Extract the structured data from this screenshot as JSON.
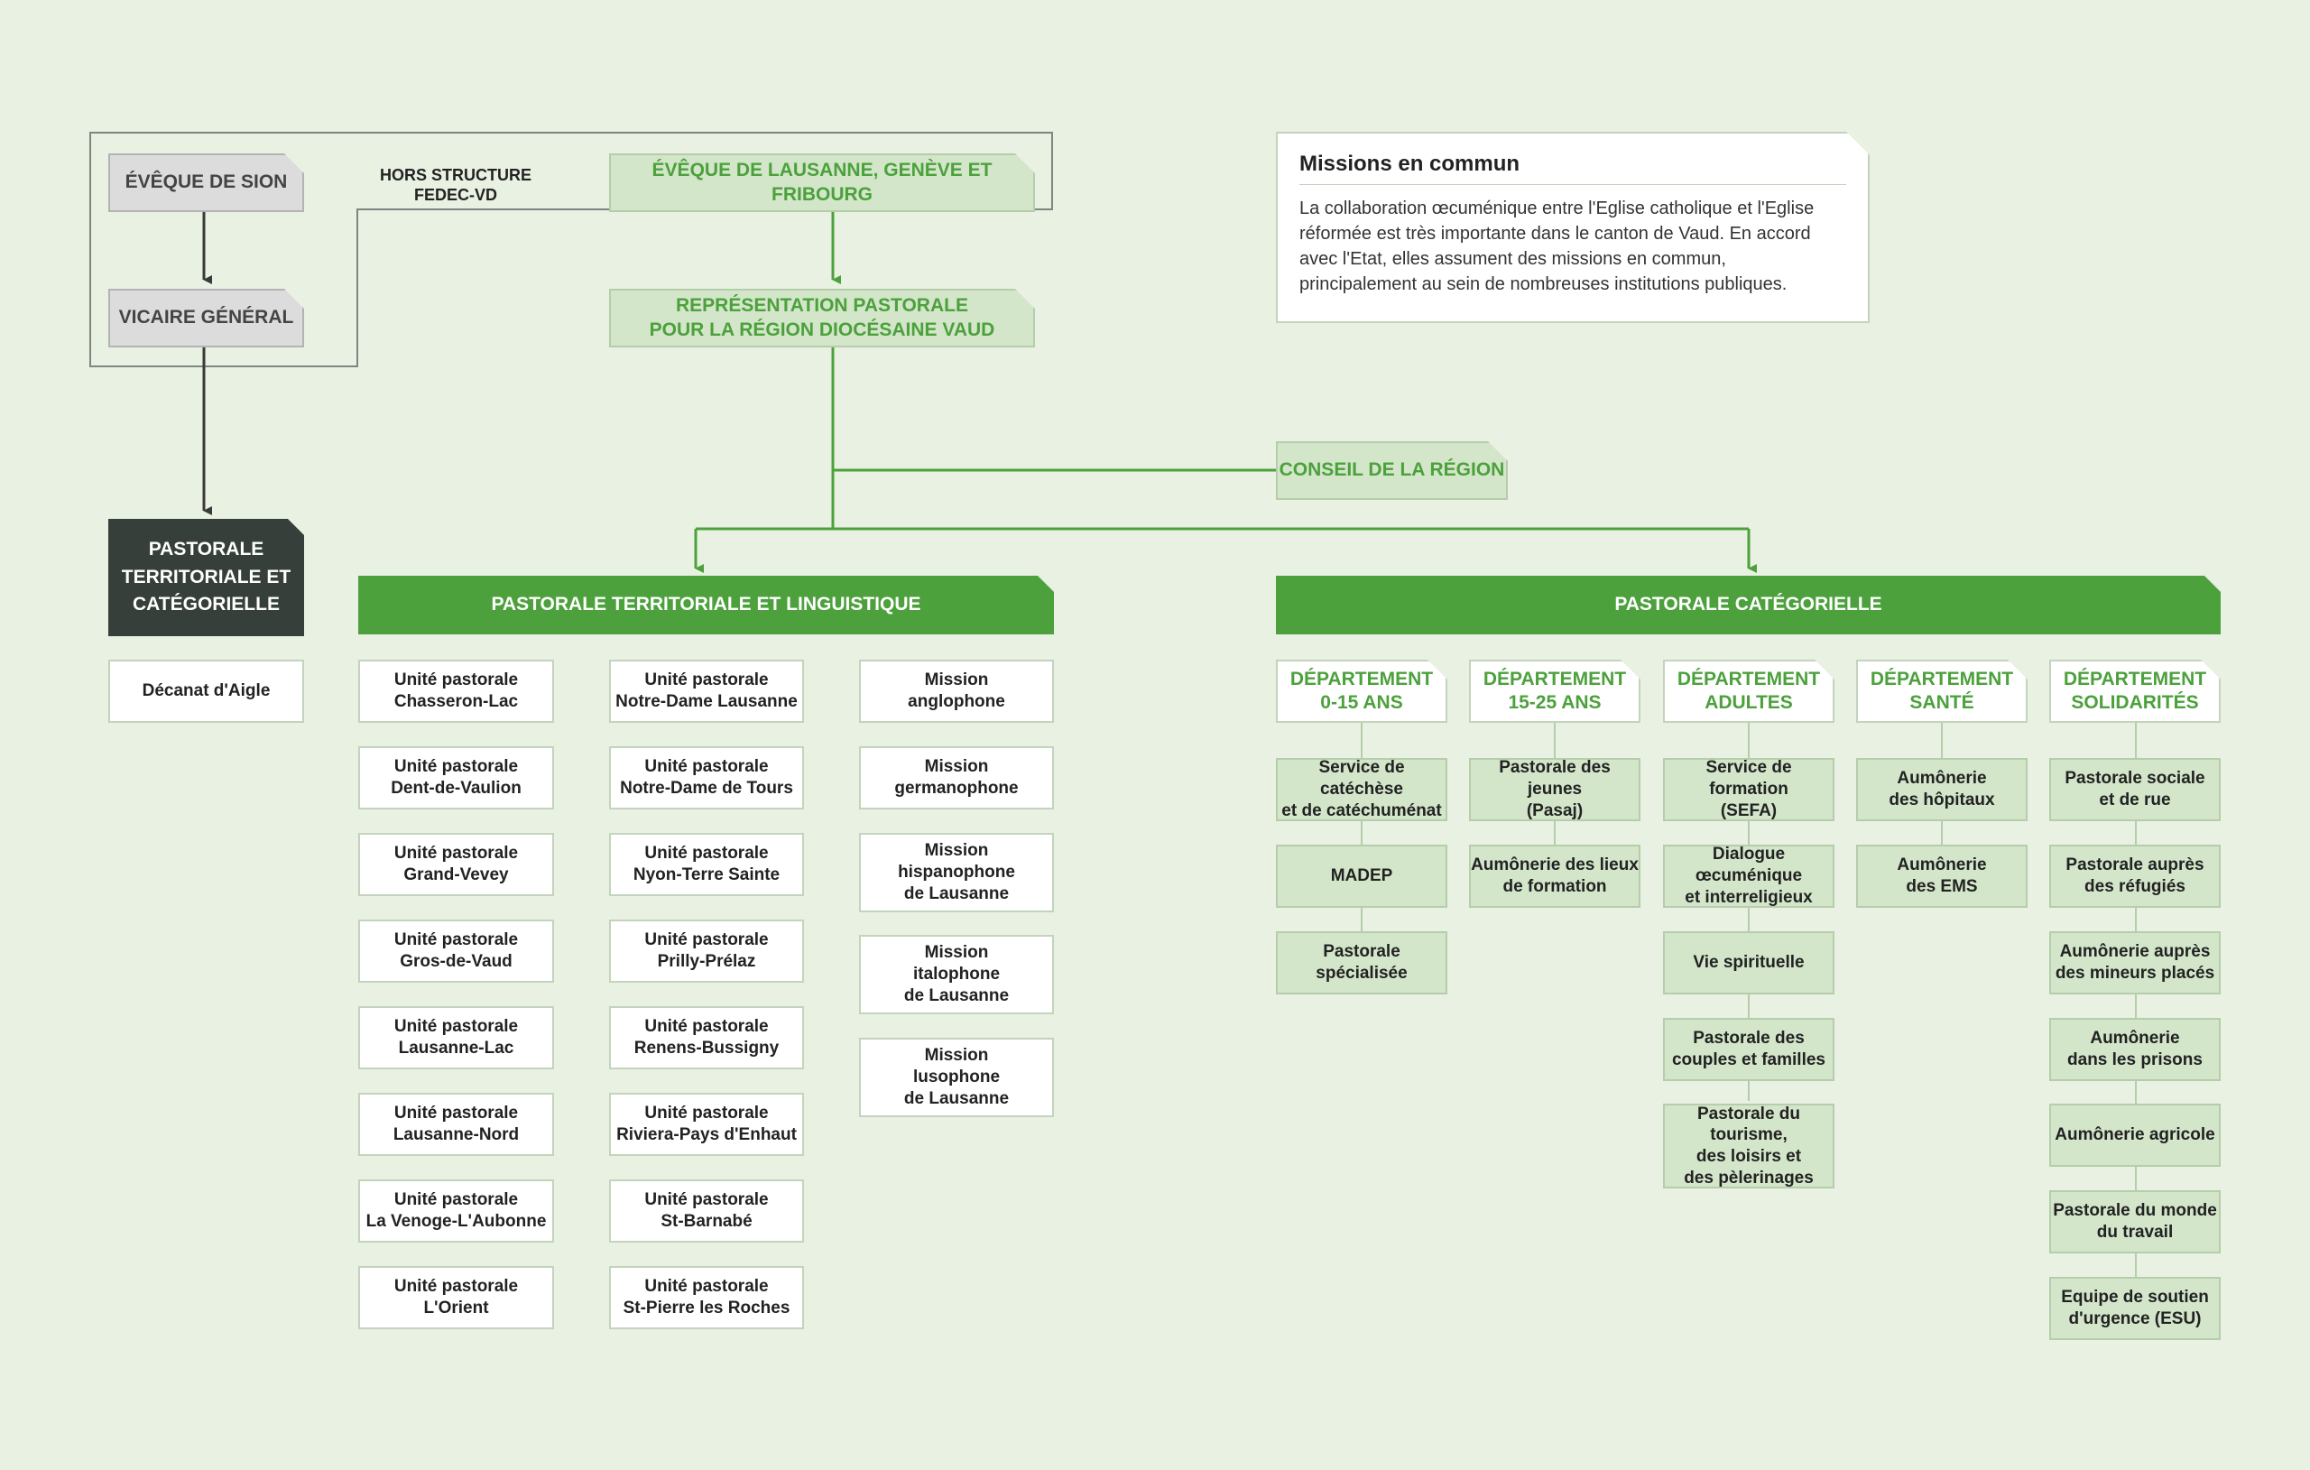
{
  "top": {
    "eveque_sion": "ÉVÊQUE DE SION",
    "vicaire_general": "VICAIRE GÉNÉRAL",
    "hors_structure": "HORS STRUCTURE\nFEDEC-VD",
    "eveque_lgf": "ÉVÊQUE DE LAUSANNE, GENÈVE ET FRIBOURG",
    "representation": "REPRÉSENTATION PASTORALE\nPOUR LA RÉGION DIOCÉSAINE VAUD",
    "conseil": "CONSEIL DE LA RÉGION",
    "pastorale_terr_cat": "PASTORALE\nTERRITORIALE ET\nCATÉGORIELLE",
    "decanat": "Décanat d'Aigle"
  },
  "missions_en_commun": {
    "title": "Missions en commun",
    "text": "La collaboration œcuménique entre l'Eglise catholique et l'Eglise réformée est très importante dans le canton de Vaud. En accord avec l'Etat, elles assument des missions en commun, principalement au sein de nombreuses institutions publiques."
  },
  "territoriale": {
    "title": "PASTORALE TERRITORIALE ET LINGUISTIQUE",
    "col1": [
      "Unité pastorale\nChasseron-Lac",
      "Unité pastorale\nDent-de-Vaulion",
      "Unité pastorale\nGrand-Vevey",
      "Unité pastorale\nGros-de-Vaud",
      "Unité pastorale\nLausanne-Lac",
      "Unité pastorale\nLausanne-Nord",
      "Unité pastorale\nLa Venoge-L'Aubonne",
      "Unité pastorale\nL'Orient"
    ],
    "col2": [
      "Unité pastorale\nNotre-Dame Lausanne",
      "Unité pastorale\nNotre-Dame de Tours",
      "Unité pastorale\nNyon-Terre Sainte",
      "Unité pastorale\nPrilly-Prélaz",
      "Unité pastorale\nRenens-Bussigny",
      "Unité pastorale\nRiviera-Pays d'Enhaut",
      "Unité pastorale\nSt-Barnabé",
      "Unité pastorale\nSt-Pierre les Roches"
    ],
    "col3": [
      "Mission\nanglophone",
      "Mission\ngermanophone",
      "Mission\nhispanophone\nde Lausanne",
      "Mission\nitalophone\nde Lausanne",
      "Mission\nlusophone\nde Lausanne"
    ]
  },
  "categorielle": {
    "title": "PASTORALE CATÉGORIELLE",
    "departments": [
      {
        "title": "DÉPARTEMENT\n0-15 ANS",
        "items": [
          "Service de catéchèse\net de catéchuménat",
          "MADEP",
          "Pastorale spécialisée"
        ]
      },
      {
        "title": "DÉPARTEMENT\n15-25 ANS",
        "items": [
          "Pastorale des jeunes\n(Pasaj)",
          "Aumônerie des lieux\nde formation"
        ]
      },
      {
        "title": "DÉPARTEMENT\nADULTES",
        "items": [
          "Service de formation\n(SEFA)",
          "Dialogue œcuménique\net interreligieux",
          "Vie spirituelle",
          "Pastorale des\ncouples et familles",
          "Pastorale du tourisme,\ndes loisirs et\ndes pèlerinages"
        ]
      },
      {
        "title": "DÉPARTEMENT\nSANTÉ",
        "items": [
          "Aumônerie\ndes hôpitaux",
          "Aumônerie\ndes EMS"
        ]
      },
      {
        "title": "DÉPARTEMENT\nSOLIDARITÉS",
        "items": [
          "Pastorale sociale\net de rue",
          "Pastorale auprès\ndes réfugiés",
          "Aumônerie auprès\ndes mineurs placés",
          "Aumônerie\ndans les prisons",
          "Aumônerie agricole",
          "Pastorale du monde\ndu travail",
          "Equipe de soutien\nd'urgence (ESU)"
        ]
      }
    ]
  },
  "colors": {
    "background": "#e9f1e3",
    "green": "#4ca13c",
    "light_green": "#d3e6ca",
    "dark": "#363f3a",
    "gray": "#dcdcdc"
  }
}
